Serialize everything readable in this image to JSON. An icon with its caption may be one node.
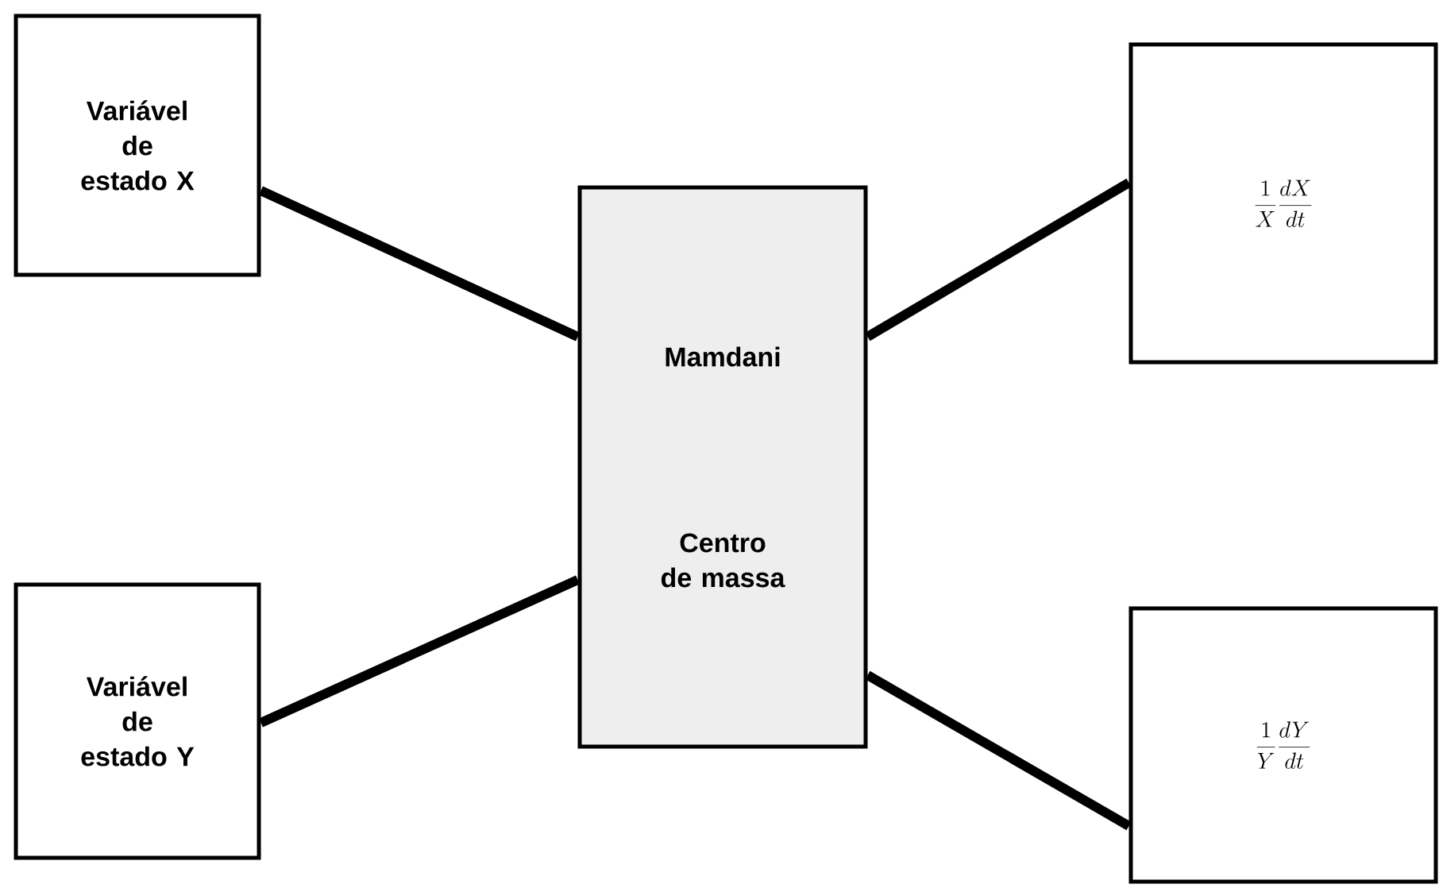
{
  "diagram": {
    "nodes": [
      {
        "text": [
          "Variável de estado X"
        ]
      },
      {
        "text": [
          "Variável de estado Y"
        ]
      },
      {
        "text": [
          "Mamdani",
          "Centro de massa"
        ]
      },
      {
        "text": [
          "\\frac{1}{X}\\frac{dX}{dt}"
        ]
      },
      {
        "text": [
          "\\frac{1}{Y}\\frac{dY}{dt}"
        ]
      }
    ],
    "edges": [
      {
        "from": 0,
        "to": 2,
        "arrow": "none"
      },
      {
        "from": 1,
        "to": 2,
        "arrow": "none"
      },
      {
        "from": 2,
        "to": 3,
        "arrow": "none"
      },
      {
        "from": 2,
        "to": 4,
        "arrow": "none"
      }
    ]
  }
}
